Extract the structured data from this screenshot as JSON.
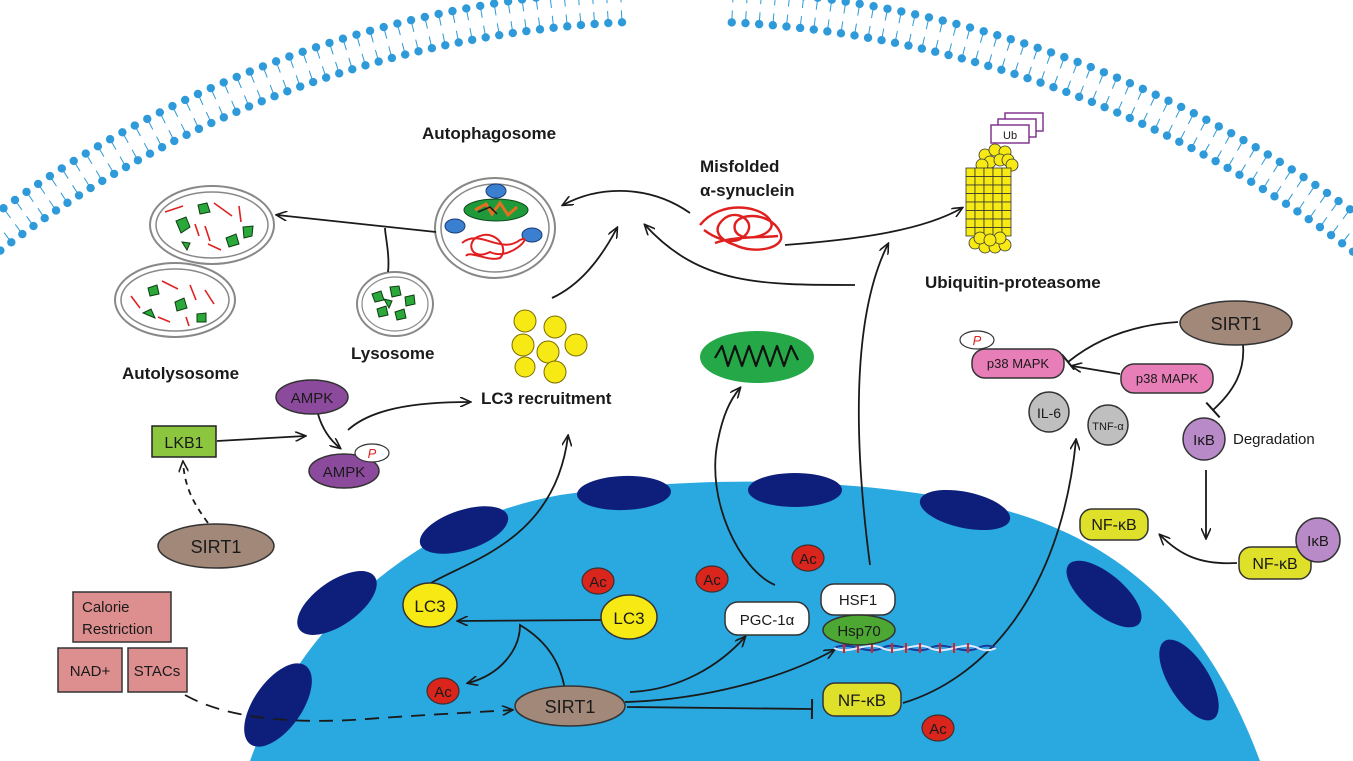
{
  "labels": {
    "autophagosome": "Autophagosome",
    "misfolded_line1": "Misfolded",
    "misfolded_line2": "α-synuclein",
    "ubiquitin_proteasome": "Ubiquitin-proteasome",
    "ub": "Ub",
    "autolysosome": "Autolysosome",
    "lysosome": "Lysosome",
    "lc3_recruitment": "LC3 recruitment",
    "degradation": "Degradation"
  },
  "nodes": {
    "sirt1": "SIRT1",
    "ampk": "AMPK",
    "lkb1": "LKB1",
    "p": "P",
    "p38": "p38 MAPK",
    "il6": "IL-6",
    "tnf": "TNF-α",
    "ikb": "IκB",
    "nfkb": "NF-κB",
    "lc3": "LC3",
    "ac": "Ac",
    "pgc": "PGC-1α",
    "hsf1": "HSF1",
    "hsp70": "Hsp70",
    "calorie_line1": "Calorie",
    "calorie_line2": "Restriction",
    "nad": "NAD+",
    "stacs": "STACs"
  },
  "colors": {
    "membrane": "#2e9ad9",
    "nucleus": "#2aa8e0",
    "nuclear_pore": "#0d1f7a",
    "sirt1": "#a28878",
    "ampk": "#8c4a9c",
    "lkb1": "#8cc63f",
    "lc3": "#f7ea14",
    "ac": "#d9251c",
    "p38": "#e87eb8",
    "ikb": "#b88ac8",
    "nfkb": "#dfe02a",
    "hsp70": "#4ca833",
    "mito": "#24a848",
    "misfolded": "#e0201f",
    "ub": "#7a2a8a",
    "pink_box": "#dd8f8f",
    "grey_node": "#bfbfbf"
  }
}
